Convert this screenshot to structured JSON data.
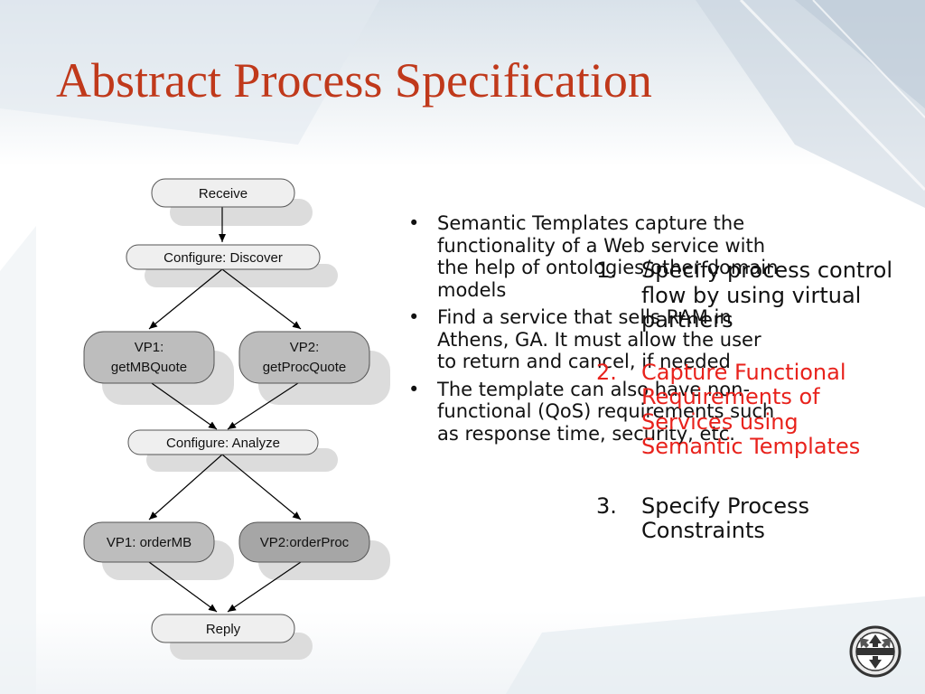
{
  "slide": {
    "title": "Abstract Process Specification"
  },
  "flowchart": {
    "nodes": {
      "receive": "Receive",
      "discover": "Configure: Discover",
      "vp1_quote_line1": "VP1:",
      "vp1_quote_line2": "getMBQuote",
      "vp2_quote_line1": "VP2:",
      "vp2_quote_line2": "getProcQuote",
      "analyze": "Configure: Analyze",
      "vp1_order": "VP1: orderMB",
      "vp2_order": "VP2:orderProc",
      "reply": "Reply"
    }
  },
  "bullets": [
    "Semantic Templates capture the functionality of a Web service with the help of ontologies/other domain models",
    "Find a service that sells RAM in Athens, GA. It must allow the user to return and cancel, if needed",
    "The template can also have non-functional (QoS) requirements such as response time, security, etc."
  ],
  "steps": [
    {
      "num": "1.",
      "text": "Specify process control flow by using virtual partners",
      "highlight": false
    },
    {
      "num": "2.",
      "text": "Capture Functional Requirements of Services using Semantic Templates",
      "highlight": true,
      "color": "#e8221c"
    },
    {
      "num": "3.",
      "text": "Specify Process Constraints",
      "highlight": false
    }
  ]
}
